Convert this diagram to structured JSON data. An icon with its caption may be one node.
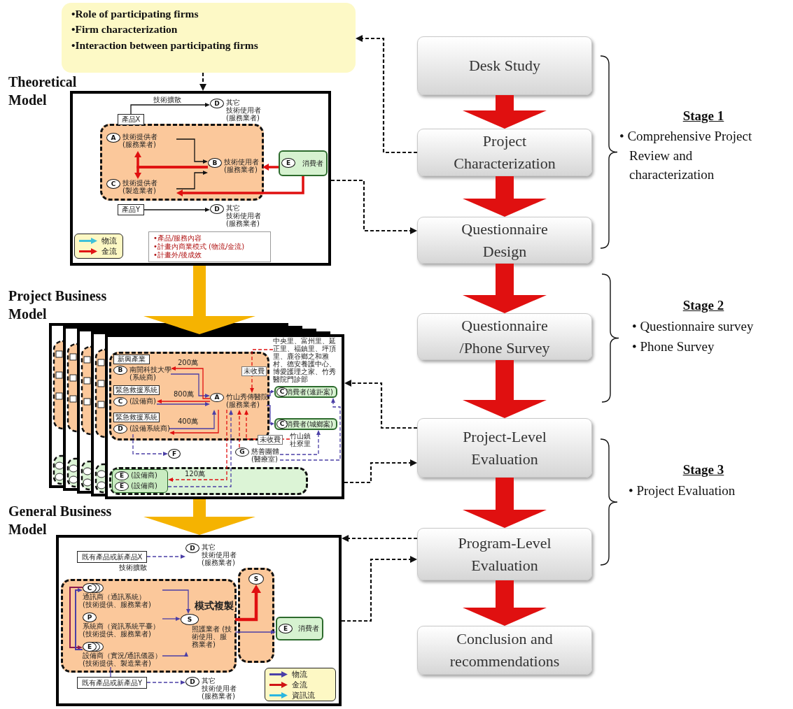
{
  "diagram": {
    "nodes": [
      {
        "text": [
          "•Role of participating firms",
          "•Firm characterization",
          "•Interaction between participating firms"
        ]
      },
      {
        "text": [
          "Desk Study"
        ]
      },
      {
        "text": [
          "Project Characterization"
        ]
      },
      {
        "text": [
          "Questionnaire Design"
        ]
      },
      {
        "text": [
          "Questionnaire /Phone Survey"
        ]
      },
      {
        "text": [
          "Project-Level Evaluation"
        ]
      },
      {
        "text": [
          "Program-Level Evaluation"
        ]
      },
      {
        "text": [
          "Conclusion and recommendations"
        ]
      },
      {
        "text": [
          "Theoretical Model"
        ]
      },
      {
        "text": [],
        "shape": "box",
        "in": 8
      },
      {
        "text": [
          "產品X"
        ],
        "in": 8
      },
      {
        "text": [
          "D",
          "其它",
          "技術使用者",
          "(服務業者)"
        ],
        "in": 8
      },
      {
        "text": [
          "A",
          "技術提供者 (服務業者)"
        ],
        "in": 9
      },
      {
        "text": [
          "B",
          "技術使用者 (服務業者)"
        ],
        "in": 9
      },
      {
        "text": [
          "C",
          "技術提供者 (製造業者)"
        ],
        "in": 9
      },
      {
        "text": [
          "消費者"
        ],
        "in": 8
      },
      {
        "text": [
          "E"
        ],
        "in": 15
      },
      {
        "text": [
          "產品Y"
        ],
        "in": 8
      },
      {
        "text": [
          "D",
          "其它",
          "技術使用者",
          "(服務業者)"
        ],
        "in": 8
      },
      {
        "text": [
          "•產品/服務內容",
          "•計畫內商業模式 (物流/金流)",
          "•計畫外/後成效"
        ],
        "in": 8
      },
      {
        "text": [
          "Project Business Model"
        ]
      },
      {
        "text": [],
        "shape": "box",
        "in": 20
      },
      {
        "text": [
          "新興產業"
        ],
        "in": 21
      },
      {
        "text": [
          "B",
          "南開科技大學",
          "(系統商)"
        ],
        "in": 21
      },
      {
        "text": [
          "緊急救援系統"
        ],
        "in": 21
      },
      {
        "text": [
          "C",
          "(設備商)"
        ],
        "in": 21
      },
      {
        "text": [
          "緊急救援系統"
        ],
        "in": 21
      },
      {
        "text": [
          "D",
          "(設備系統商)"
        ],
        "in": 21
      },
      {
        "text": [
          "A",
          "竹山秀傳醫院",
          "(服務業者)"
        ],
        "in": 21
      },
      {
        "text": [
          "中央里、富州里、延正里、福鎮里、坪頂里、鹿谷鄉之和雅村、德安養護中心、博愛護理之家、竹秀醫院門診部"
        ],
        "in": 20
      },
      {
        "text": [
          "消費者(遠距案)"
        ],
        "in": 20
      },
      {
        "text": [
          "C"
        ],
        "in": 30
      },
      {
        "text": [
          "消費者(城鄉案)"
        ],
        "in": 20
      },
      {
        "text": [
          "C"
        ],
        "in": 32
      },
      {
        "text": [
          "F"
        ],
        "in": 20
      },
      {
        "text": [
          "G",
          "慈善團體",
          "(醫療室)"
        ],
        "in": 20
      },
      {
        "text": [
          "竹山鎮社寮里"
        ],
        "in": 20
      },
      {
        "text": [],
        "shape": "box",
        "in": 20
      },
      {
        "text": [],
        "shape": "box",
        "in": 37
      },
      {
        "text": [
          "E",
          "(設備商)"
        ],
        "in": 38
      },
      {
        "text": [
          "E",
          "(設備商)"
        ],
        "in": 38
      },
      {
        "text": [
          "General Business Model"
        ]
      },
      {
        "text": [
          "既有產品或新產品X"
        ],
        "in": 41
      },
      {
        "text": [
          "D",
          "其它",
          "技術使用者",
          "(服務業者)"
        ],
        "in": 41
      },
      {
        "text": [],
        "shape": "box",
        "in": 41
      },
      {
        "text": [
          "S"
        ],
        "in": 44
      },
      {
        "text": [],
        "shape": "box",
        "in": 41
      },
      {
        "text": [
          "C",
          "通訊商（通訊系統）",
          "(技術提供、服務業者)"
        ],
        "in": 46
      },
      {
        "text": [
          "P",
          "系統商（資訊系統平臺）",
          "(技術提供、服務業者)"
        ],
        "in": 46
      },
      {
        "text": [
          "E",
          "設備商（實況/通訊儀器）",
          "(技術提供、製造業者)"
        ],
        "in": 46
      },
      {
        "text": [
          "S",
          "照護業者 (技術使用、服務業者)"
        ],
        "in": 46
      },
      {
        "text": [
          "消費者"
        ],
        "in": 41
      },
      {
        "text": [
          "E"
        ],
        "in": 51
      },
      {
        "text": [
          "既有產品或新產品Y"
        ],
        "in": 41
      },
      {
        "text": [
          "D",
          "其它",
          "技術使用者",
          "(服務業者)"
        ],
        "in": 41
      }
    ],
    "edges": [
      {
        "from": 1,
        "to": 2,
        "arrow": "to",
        "style": "thick",
        "color": "#e01010"
      },
      {
        "from": 2,
        "to": 3,
        "arrow": "to",
        "style": "thick",
        "color": "#e01010"
      },
      {
        "from": 3,
        "to": 4,
        "arrow": "to",
        "style": "thick",
        "color": "#e01010"
      },
      {
        "from": 4,
        "to": 5,
        "arrow": "to",
        "style": "thick",
        "color": "#e01010"
      },
      {
        "from": 5,
        "to": 6,
        "arrow": "to",
        "style": "thick",
        "color": "#e01010"
      },
      {
        "from": 6,
        "to": 7,
        "arrow": "to",
        "style": "thick",
        "color": "#e01010"
      },
      {
        "from": 2,
        "to": 0,
        "arrow": "to",
        "style": "dashed",
        "color": "#111111"
      },
      {
        "from": 0,
        "to": 8,
        "arrow": "to",
        "style": "dashed",
        "color": "#111111"
      },
      {
        "from": 8,
        "to": 3,
        "arrow": "to",
        "style": "dashed",
        "color": "#111111"
      },
      {
        "from": 5,
        "to": 20,
        "arrow": "to",
        "style": "dashed",
        "color": "#111111"
      },
      {
        "from": 20,
        "to": 5,
        "arrow": "to",
        "style": "dashed",
        "color": "#111111"
      },
      {
        "from": 6,
        "to": 41,
        "arrow": "to",
        "style": "dashed",
        "color": "#111111"
      },
      {
        "from": 41,
        "to": 6,
        "arrow": "to",
        "style": "dashed",
        "color": "#111111"
      },
      {
        "from": 8,
        "to": 20,
        "arrow": "to",
        "style": "thick",
        "color": "#f5b301"
      },
      {
        "from": 20,
        "to": 41,
        "arrow": "to",
        "style": "thick",
        "color": "#f5b301"
      },
      {
        "from": 10,
        "to": 11,
        "arrow": "to",
        "label": "技術擴散",
        "color": "#111111"
      },
      {
        "from": 17,
        "to": 18,
        "arrow": "to",
        "color": "#111111"
      },
      {
        "from": 12,
        "to": 13,
        "arrow": "to",
        "color": "#111111"
      },
      {
        "from": 14,
        "to": 13,
        "arrow": "to",
        "color": "#111111"
      },
      {
        "from": 13,
        "to": 12,
        "arrow": "to",
        "style": "thick",
        "color": "#e01010"
      },
      {
        "from": 13,
        "to": 14,
        "arrow": "to",
        "style": "thick",
        "color": "#e01010"
      },
      {
        "from": 15,
        "to": 13,
        "arrow": "to",
        "style": "thick",
        "color": "#e01010"
      },
      {
        "from": 15,
        "to": 14,
        "arrow": "to",
        "style": "thick",
        "color": "#e01010"
      },
      {
        "from": 23,
        "to": 28,
        "arrow": "to",
        "color": "#4b3fa6"
      },
      {
        "from": 28,
        "to": 23,
        "arrow": "to",
        "label": "200萬",
        "color": "#e01010"
      },
      {
        "from": 25,
        "to": 28,
        "arrow": "to",
        "color": "#4b3fa6"
      },
      {
        "from": 28,
        "to": 25,
        "arrow": "to",
        "label": "800萬",
        "color": "#e01010"
      },
      {
        "from": 27,
        "to": 28,
        "arrow": "to",
        "color": "#4b3fa6"
      },
      {
        "from": 28,
        "to": 27,
        "arrow": "to",
        "label": "400萬",
        "color": "#e01010"
      },
      {
        "from": 29,
        "to": 28,
        "arrow": "to",
        "label": "未收費",
        "style": "dashed",
        "color": "#e01010"
      },
      {
        "from": 28,
        "to": 30,
        "arrow": "to",
        "color": "#4b3fa6"
      },
      {
        "from": 28,
        "to": 32,
        "arrow": "to",
        "color": "#4b3fa6"
      },
      {
        "from": 27,
        "to": 34,
        "arrow": "to",
        "style": "dashed",
        "color": "#4b3fa6"
      },
      {
        "from": 35,
        "to": 28,
        "arrow": "to",
        "style": "dashed",
        "color": "#e01010"
      },
      {
        "from": 36,
        "to": 28,
        "arrow": "to",
        "label": "未收費",
        "style": "dashed",
        "color": "#e01010"
      },
      {
        "from": 35,
        "to": 32,
        "arrow": "to",
        "style": "dashed",
        "color": "#4b3fa6"
      },
      {
        "from": 35,
        "to": 30,
        "arrow": "to",
        "style": "dashed",
        "color": "#4b3fa6"
      },
      {
        "from": 28,
        "to": 38,
        "arrow": "to",
        "label": "120萬",
        "style": "dashed",
        "color": "#e01010"
      },
      {
        "from": 38,
        "to": 28,
        "arrow": "to",
        "style": "dashed",
        "color": "#4b3fa6"
      },
      {
        "from": 42,
        "to": 43,
        "arrow": "to",
        "style": "dashed",
        "color": "#4b3fa6"
      },
      {
        "from": 47,
        "to": 50,
        "arrow": "to",
        "color": "#4b3fa6"
      },
      {
        "from": 48,
        "to": 50,
        "arrow": "to",
        "color": "#4b3fa6"
      },
      {
        "from": 49,
        "to": 50,
        "arrow": "to",
        "color": "#4b3fa6"
      },
      {
        "from": 50,
        "to": 45,
        "arrow": "to",
        "label": "模式複製",
        "style": "thick",
        "color": "#e01010"
      },
      {
        "from": 50,
        "to": 51,
        "arrow": "to",
        "color": "#4b3fa6"
      },
      {
        "from": 47,
        "to": 49,
        "arrow": "to",
        "color": "#8e1b4f"
      },
      {
        "from": 49,
        "to": 47,
        "arrow": "to",
        "color": "#4b3fa6"
      },
      {
        "from": 53,
        "to": 54,
        "arrow": "to",
        "style": "dashed",
        "color": "#4b3fa6"
      },
      {
        "from": 53,
        "to": 49,
        "arrow": "none",
        "color": "#4b3fa6"
      }
    ],
    "labels": [
      "Stage 1",
      "• Comprehensive Project Review and characterization",
      "Stage 2",
      "• Questionnaire survey",
      "• Phone Survey",
      "Stage 3",
      "• Project Evaluation",
      "技術擴散"
    ],
    "legend": [
      {
        "text": "物流"
      },
      {
        "text": "金流"
      },
      {
        "text": "物流"
      },
      {
        "text": "金流"
      },
      {
        "text": "資訊流"
      }
    ]
  }
}
